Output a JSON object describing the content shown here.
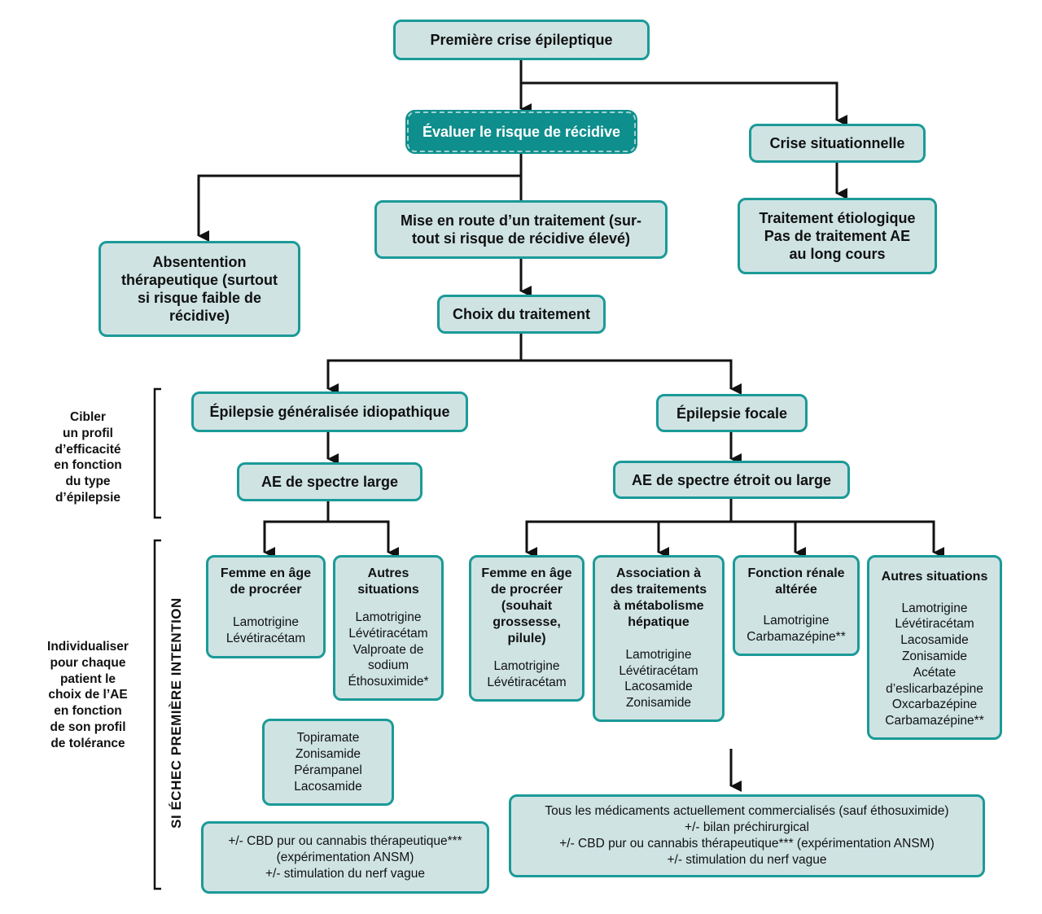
{
  "nodes": {
    "first_seizure": "Première crise épileptique",
    "assess_risk": "Évaluer le risque de récidive",
    "situational": "Crise situationnelle",
    "etiological": [
      "Traitement étiologique",
      "Pas de traitement AE",
      "au long cours"
    ],
    "start_treatment": [
      "Mise en route d’un traitement (sur-",
      "tout si risque de récidive élevé)"
    ],
    "abstention": [
      "Absentention",
      "thérapeutique (surtout",
      "si risque faible de",
      "récidive)"
    ],
    "choice": "Choix du traitement",
    "generalized": "Épilepsie généralisée idiopathique",
    "focal": "Épilepsie focale",
    "broad_spectrum": "AE de spectre large",
    "narrow_or_broad": "AE de spectre étroit ou large"
  },
  "generalized_cases": [
    {
      "title": [
        "Femme en âge",
        "de procréer"
      ],
      "drugs": [
        "Lamotrigine",
        "Lévétiracétam"
      ]
    },
    {
      "title": [
        "Autres",
        "situations"
      ],
      "drugs": [
        "Lamotrigine",
        "Lévétiracétam",
        "Valproate de",
        "sodium",
        "Éthosuximide*"
      ]
    }
  ],
  "focal_cases": [
    {
      "title": [
        "Femme en âge",
        "de procréer",
        "(souhait",
        "grossesse,",
        "pilule)"
      ],
      "drugs": [
        "Lamotrigine",
        "Lévétiracétam"
      ]
    },
    {
      "title": [
        "Association à",
        "des traitements",
        "à métabolisme",
        "hépatique"
      ],
      "drugs": [
        "Lamotrigine",
        "Lévétiracétam",
        "Lacosamide",
        "Zonisamide"
      ]
    },
    {
      "title": [
        "Fonction rénale",
        "altérée"
      ],
      "drugs": [
        "Lamotrigine",
        "Carbamazépine**"
      ]
    },
    {
      "title": [
        "Autres situations"
      ],
      "drugs": [
        "Lamotrigine",
        "Lévétiracétam",
        "Lacosamide",
        "Zonisamide",
        "Acétate",
        "d’eslicarbazépine",
        "Oxcarbazépine",
        "Carbamazépine**"
      ]
    }
  ],
  "second_line_generalized": [
    "Topiramate",
    "Zonisamide",
    "Pérampanel",
    "Lacosamide"
  ],
  "bottom_generalized": [
    "+/- CBD pur ou cannabis thérapeutique***",
    "(expérimentation ANSM)",
    "+/- stimulation du nerf vague"
  ],
  "bottom_focal": [
    "Tous les médicaments actuellement commercialisés (sauf éthosuximide)",
    "+/- bilan préchirurgical",
    "+/- CBD pur ou cannabis thérapeutique*** (expérimentation ANSM)",
    "+/- stimulation du nerf vague"
  ],
  "side_labels": {
    "target": [
      "Cibler",
      "un profil",
      "d’efficacité",
      "en fonction",
      "du type",
      "d’épilepsie"
    ],
    "individualize": [
      "Individualiser",
      "pour chaque",
      "patient le",
      "choix de l’AE",
      "en fonction",
      "de son profil",
      "de tolérance"
    ],
    "vertical": "SI ÉCHEC PREMIÈRE INTENTION"
  },
  "colors": {
    "fill": "#cfe3e3",
    "border": "#1b9a98",
    "dark_fill": "#0e8e8c",
    "line": "#111111"
  }
}
